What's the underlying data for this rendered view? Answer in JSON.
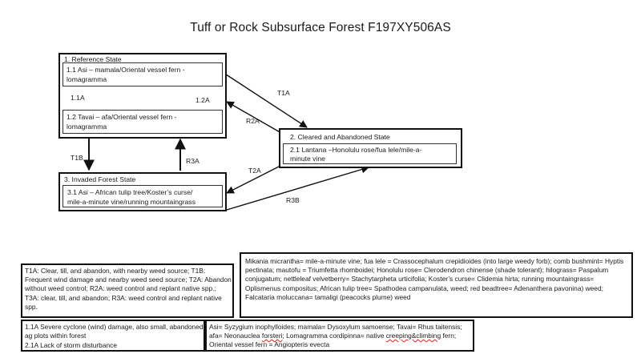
{
  "title": "Tuff or Rock Subsurface Forest F197XY506AS",
  "states": {
    "reference": {
      "label": "1.  Reference State",
      "phase_1_1_line1": "1.1 Asi – mamala/Oriental vessel fern -",
      "phase_1_1_line2": "lomagramma",
      "phase_1_2_line1": "1.2 Tavai – afa/Oriental vessel fern -",
      "phase_1_2_line2": "lomagramma"
    },
    "cleared": {
      "label": "2. Cleared and Abandoned State",
      "phase_2_1_line1": "2.1 Lantana –Honolulu rose/fua lele/mile-a-",
      "phase_2_1_line2": "minute vine"
    },
    "invaded": {
      "label": "3. Invaded Forest State",
      "phase_3_1_line1": "3.1 Asi – African tulip tree/Koster’s curse/",
      "phase_3_1_line2": "mile-a-minute vine/running mountaingrass"
    }
  },
  "transitions": {
    "t1a": "T1A",
    "r2a": "R2A",
    "t1b": "T1B",
    "r3a": "R3A",
    "t2a": "T2A",
    "r3b": "R3B",
    "p11a": "1.1A",
    "p12a": "1.2A"
  },
  "legend_transitions": "T1A: Clear, till, and abandon, with nearby weed source; T1B: Frequent wind damage and nearby weed seed source; T2A: Abandon without weed control; R2A: weed control and replant native spp.; T3A: clear, till, and abandon;  R3A: weed control and replant native spp.",
  "legend_species": "Mikania micrantha= mile-a-minute vine; fua lele = Crassocephalum crepidioides (into large weedy forb); comb bushmint= Hyptis pectinata; mautofu = Triumfetta rhomboidei; Honolulu rose= Clerodendron chinense (shade tolerant); hilograss= Paspalum conjugatum; nettleleaf velvetberry= Stachytarpheta urticifolia; Koster’s curse= Clidemia hirta;  running mountaingrass= Oplismenus compositus; African tulip tree= Spathodea campanulata, weed; red beadtree= Adenanthera pavonina) weed; Falcataria moluccana= tamaligi (peacocks plume) weed",
  "legend_pathways": {
    "line1": "1.1A Severe cyclone (wind) damage, also small, abandoned ag plots within forest",
    "line2": "2.1A Lack of storm disturbance"
  },
  "legend_natives": {
    "part1": "Asi= Syzygium inophylloides; mamala= Dysoxylum samoense; Tavai= Rhus taitensis; afa= Neonauclea ",
    "forsteri": "forsteri",
    "part2": ";  Lomagramma cordipinna= native ",
    "creeping": "creeping&climbing",
    "part3": " fern; Oriental vessel fern = Angiopteris evecta"
  }
}
